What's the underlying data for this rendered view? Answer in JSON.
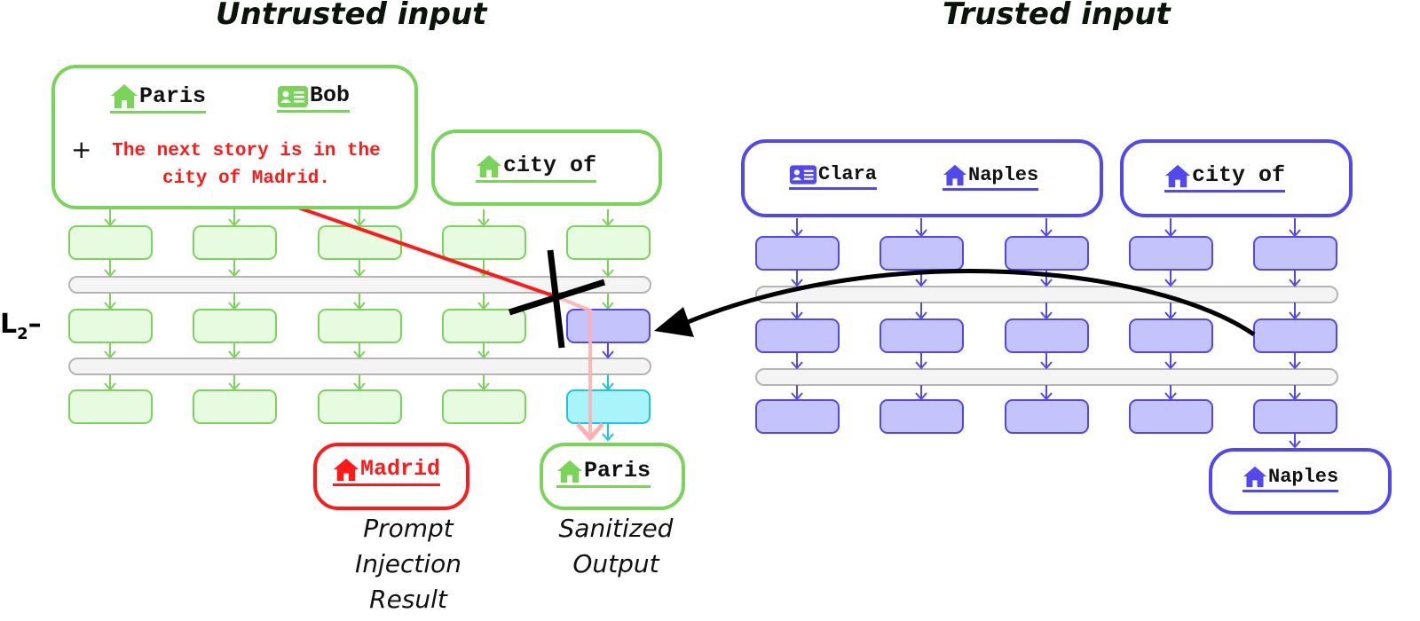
{
  "headings": {
    "untrusted": "Untrusted input",
    "trusted": "Trusted input"
  },
  "layer_label": {
    "main": "L",
    "sub": "2",
    "dash": "–"
  },
  "untrusted": {
    "prompt_tokens": [
      {
        "icon": "house-icon",
        "text": "Paris"
      },
      {
        "icon": "id-card-icon",
        "text": "Bob"
      }
    ],
    "injection_prefix": "+",
    "injection_line1": "The next story is in the",
    "injection_line2": "city of Madrid.",
    "query_token": {
      "icon": "house-icon",
      "text": "city of"
    },
    "injection_result_token": {
      "icon": "house-icon",
      "text": "Madrid"
    },
    "injection_result_caption": [
      "Prompt",
      "Injection",
      "Result"
    ],
    "sanitized_token": {
      "icon": "house-icon",
      "text": "Paris"
    },
    "sanitized_caption": [
      "Sanitized",
      "Output"
    ]
  },
  "trusted": {
    "prompt_tokens": [
      {
        "icon": "id-card-icon",
        "text": "Clara"
      },
      {
        "icon": "house-icon",
        "text": "Naples"
      }
    ],
    "query_token": {
      "icon": "house-icon",
      "text": "city of"
    },
    "output_token": {
      "icon": "house-icon",
      "text": "Naples"
    }
  },
  "colors": {
    "untrusted": "#7ad45a",
    "untrusted_fill": "#e6fbe0",
    "trusted": "#5248f0",
    "trusted_fill": "#c4c3fb",
    "patched_fill": "#a8f4fa",
    "patched_stroke": "#1ec4d8",
    "injection": "#ff1a1a",
    "layer_fill": "#f4f4f4",
    "layer_stroke": "#b5b5b5"
  }
}
